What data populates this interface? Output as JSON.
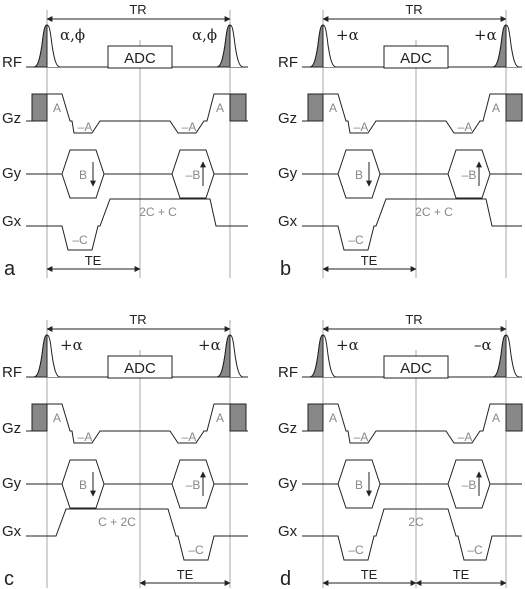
{
  "row_labels": [
    "RF",
    "Gz",
    "Gy",
    "Gx"
  ],
  "adc_label": "ADC",
  "tr_label": "TR",
  "te_label": "TE",
  "gradients": {
    "slice": "A",
    "slice_rewind": "–A",
    "phase": "B",
    "phase_rewind": "–B"
  },
  "panels": [
    {
      "id": "a",
      "label": "a",
      "flip_left": "α,ϕ",
      "flip_right": "α,ϕ",
      "gx": [
        "–C",
        "2C   +   C"
      ]
    },
    {
      "id": "b",
      "label": "b",
      "flip_left": "+α",
      "flip_right": "+α",
      "gx": [
        "–C",
        "2C   +   C"
      ]
    },
    {
      "id": "c",
      "label": "c",
      "flip_left": "+α",
      "flip_right": "+α",
      "gx": [
        "C   +   2C",
        "–C"
      ]
    },
    {
      "id": "d",
      "label": "d",
      "flip_left": "+α",
      "flip_right": "–α",
      "gx": [
        "–C",
        "2C",
        "–C"
      ]
    }
  ],
  "colors": {
    "line": "#222222",
    "guide": "#aaaaaa",
    "shade": "#888888",
    "text_gray": "#888888"
  }
}
